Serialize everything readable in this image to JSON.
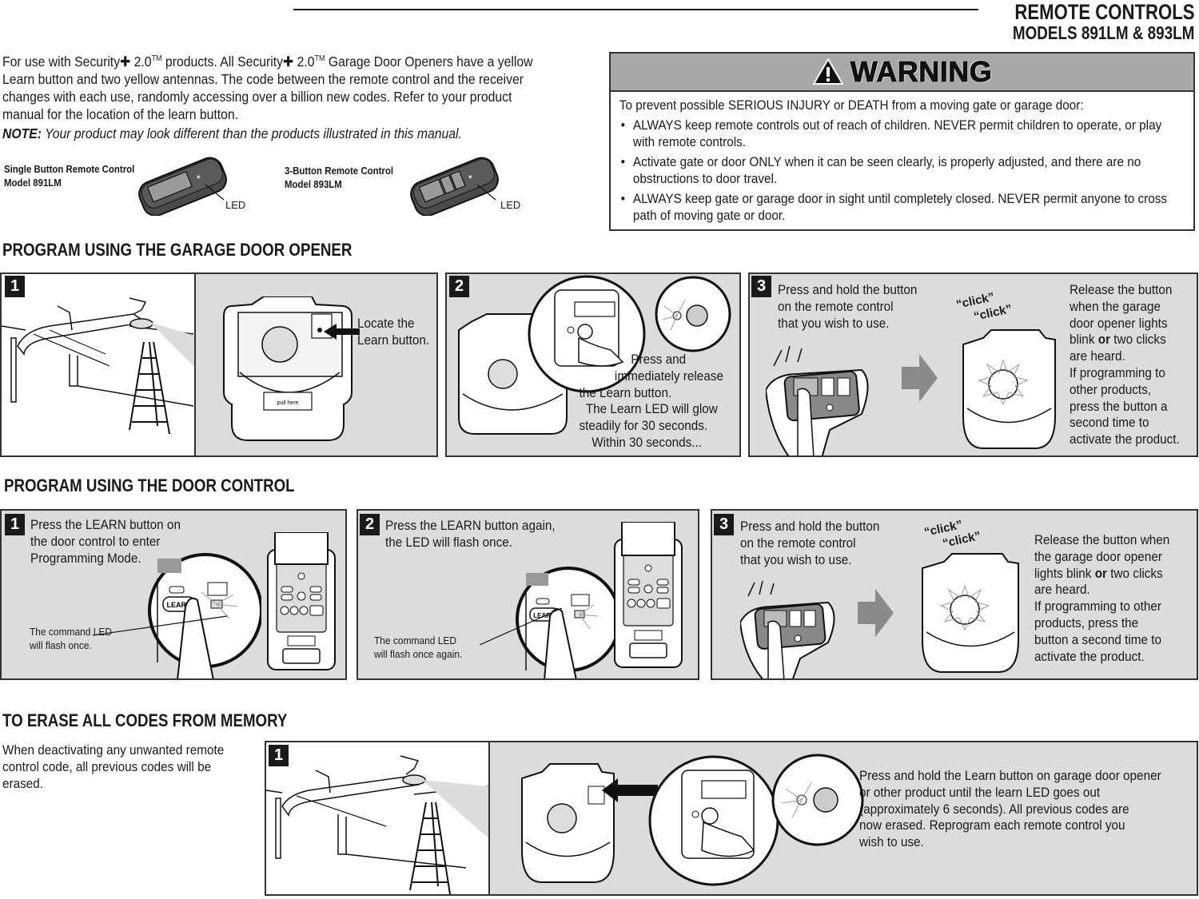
{
  "header": {
    "title": "REMOTE CONTROLS",
    "subtitle": "MODELS 891LM & 893LM"
  },
  "intro": {
    "brand": "Security",
    "brand_suffix": " 2.0",
    "tm": "TM",
    "text_1": "For use with ",
    "text_2": " products. All ",
    "text_3": " Garage Door Openers have a yellow Learn button and two yellow antennas. The code between the remote control and the receiver changes with each use, randomly accessing over a billion new codes. Refer to your product manual for the location of the learn button.",
    "note_label": "NOTE:",
    "note_text": " Your product may look different than the products illustrated in this manual."
  },
  "remotes": [
    {
      "name": "Single Button Remote Control",
      "model": "Model 891LM",
      "led_label": "LED",
      "buttons": 1
    },
    {
      "name": "3-Button Remote Control",
      "model": "Model 893LM",
      "led_label": "LED",
      "buttons": 3
    }
  ],
  "warning": {
    "heading": "WARNING",
    "intro": "To prevent possible SERIOUS INJURY or DEATH from a moving gate or garage door:",
    "bullets": [
      "ALWAYS keep remote controls out of reach of children. NEVER permit children to operate, or play with remote controls.",
      "Activate gate or door ONLY when it can be seen clearly, is properly adjusted, and there are no obstructions to door travel.",
      "ALWAYS keep gate or garage door in sight until completely closed. NEVER permit anyone to cross path of moving gate or door."
    ]
  },
  "section_opener": {
    "heading": "PROGRAM USING THE GARAGE DOOR OPENER",
    "steps": [
      {
        "num": "1",
        "text_lines": [
          "Locate the",
          "Learn button."
        ],
        "device_label": "pull here"
      },
      {
        "num": "2",
        "text_lines": [
          "Press and",
          "immediately release",
          "the Learn button.",
          "The Learn LED will glow",
          "steadily for 30 seconds.",
          "Within 30 seconds..."
        ]
      },
      {
        "num": "3",
        "left_lines": [
          "Press and hold the button",
          "on the remote control",
          "that you wish to use."
        ],
        "click_1": "“click”",
        "click_2": "“click”",
        "right_lines_a": [
          "Release the button",
          "when the garage",
          "door opener lights"
        ],
        "blink_pre": "blink ",
        "or": "or",
        "blink_post": " two clicks",
        "right_lines_b": [
          "are heard.",
          "If programming to",
          "other products,",
          "press the button a",
          "second time to",
          "activate the product."
        ]
      }
    ]
  },
  "section_door_control": {
    "heading": "PROGRAM USING THE DOOR CONTROL",
    "steps": [
      {
        "num": "1",
        "text_lines": [
          "Press the LEARN button on",
          "the door control to enter",
          "Programming Mode."
        ],
        "callout_lines": [
          "The command LED",
          "will flash once."
        ],
        "learn_key": "LEARN"
      },
      {
        "num": "2",
        "text_lines": [
          "Press the LEARN button again,",
          "the LED will flash once."
        ],
        "callout_lines": [
          "The command LED",
          "will flash once again."
        ],
        "learn_key": "LEARN"
      },
      {
        "num": "3",
        "left_lines": [
          "Press and hold the button",
          "on the remote control",
          "that you wish to use."
        ],
        "click_1": "“click”",
        "click_2": "“click”",
        "right_lines_a": [
          "Release the button when",
          "the garage door opener"
        ],
        "blink_pre": "lights blink ",
        "or": "or",
        "blink_post": " two clicks",
        "right_lines_b": [
          "are heard.",
          "If programming to other",
          "products, press the",
          "button a second time to",
          "activate the product."
        ]
      }
    ]
  },
  "section_erase": {
    "heading": "TO ERASE ALL CODES FROM MEMORY",
    "intro_lines": [
      "When deactivating any unwanted remote",
      "control code, all previous codes will be",
      "erased."
    ],
    "step": {
      "num": "1",
      "text_lines": [
        "Press and hold the Learn button on garage door opener",
        "or other product until the learn LED goes out",
        "(approximately 6 seconds). All previous codes are",
        "now erased. Reprogram each remote control you",
        "wish to use."
      ]
    }
  },
  "colors": {
    "panel_gray": "#dcdcdc",
    "warning_band": "#a8a8a8",
    "ink": "#1a1a1a",
    "arrow_gray": "#8a8a8a"
  }
}
